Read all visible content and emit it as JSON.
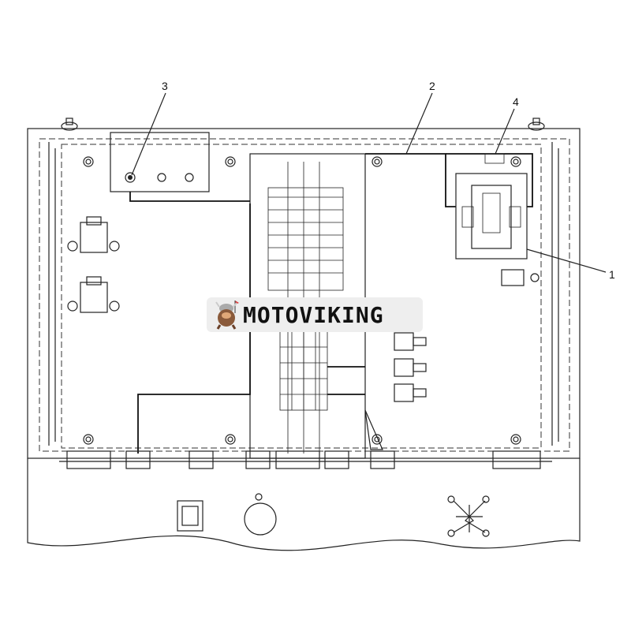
{
  "callouts": {
    "c1": "1",
    "c2": "2",
    "c3": "3",
    "c4": "4"
  },
  "watermark": {
    "text": "MOTOVIKING"
  }
}
